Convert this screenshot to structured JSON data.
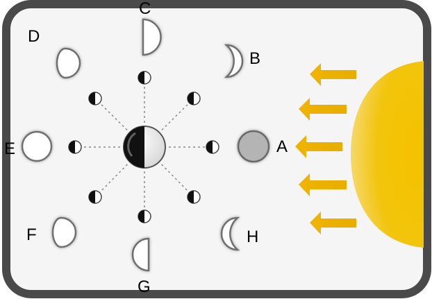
{
  "diagram": {
    "labels": {
      "A": "A",
      "B": "B",
      "C": "C",
      "D": "D",
      "E": "E",
      "F": "F",
      "G": "G",
      "H": "H"
    },
    "colors": {
      "frame": "#4a4a4a",
      "background": "#f5f5f5",
      "sun": "#f2c40c",
      "arrow": "#e8b800",
      "moon_shadow": "#111111",
      "moon_lit": "#ffffff"
    }
  }
}
